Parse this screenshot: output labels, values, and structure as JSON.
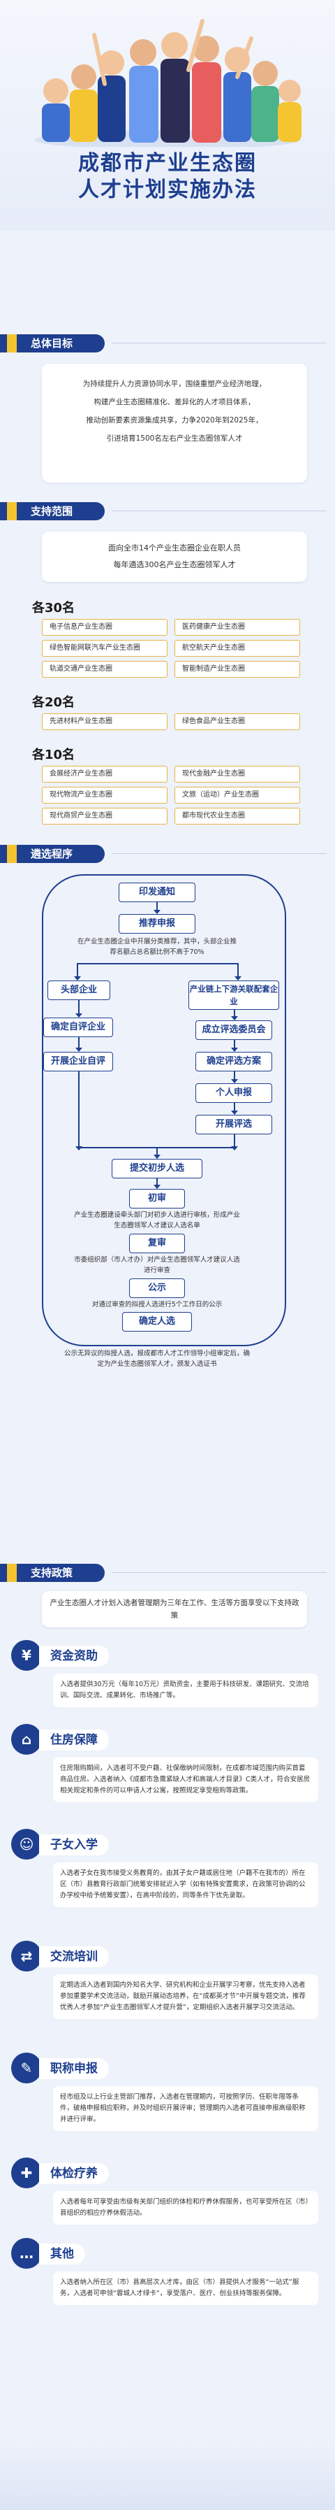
{
  "title_lines": [
    "成都市产业生态圈",
    "人才计划实施办法"
  ],
  "sections": {
    "goal": "总体目标",
    "scope": "支持范围",
    "process": "遴选程序",
    "policy": "支持政策"
  },
  "goal": {
    "lines": [
      "为持续提升人力资源协同水平，围绕重塑产业经济地理，",
      "构建产业生态圈精准化、差异化的人才项目体系，",
      "推动创新要素资源集成共享，力争2020年到2025年，",
      "引进培育1500名左右产业生态圈领军人才"
    ]
  },
  "scope": {
    "line1": "面向全市14个产业生态圈企业在职人员",
    "line2": "每年遴选300名产业生态圈领军人才"
  },
  "groups": [
    {
      "label": "各30名",
      "items": [
        "电子信息产业生态圈",
        "医药健康产业生态圈",
        "绿色智能网联汽车产业生态圈",
        "航空航天产业生态圈",
        "轨道交通产业生态圈",
        "智能制造产业生态圈"
      ]
    },
    {
      "label": "各20名",
      "items": [
        "先进材料产业生态圈",
        "绿色食品产业生态圈"
      ]
    },
    {
      "label": "各10名",
      "items": [
        "会展经济产业生态圈",
        "现代金融产业生态圈",
        "现代物流产业生态圈",
        "文旅（运动）产业生态圈",
        "现代商贸产业生态圈",
        "都市现代农业生态圈"
      ]
    }
  ],
  "flow": {
    "notice": "印发通知",
    "recommend": "推荐申报",
    "recommend_desc": "在产业生态圈企业中开展分类推荐，其中，头部企业推荐名额占总名额比例不高于70%",
    "head": "头部企业",
    "chain": "产业链上下游关联配套企业",
    "head_steps": [
      "确定自评企业",
      "开展企业自评"
    ],
    "chain_steps": [
      "成立评选委员会",
      "确定评选方案",
      "个人申报",
      "开展评选"
    ],
    "submit": "提交初步人选",
    "prelim": "初审",
    "prelim_desc": "产业生态圈建设牵头部门对初步人选进行审核，形成产业生态圈领军人才建议人选名单",
    "review": "复审",
    "review_desc": "市委组织部（市人才办）对产业生态圈领军人才建议人选进行审查",
    "publicity": "公示",
    "publicity_desc": "对通过审查的拟授人选进行5个工作日的公示",
    "confirm": "确定人选",
    "confirm_desc": "公示无异议的拟授人选，报成都市人才工作领导小组审定后，确定为产业生态圈领军人才，颁发入选证书"
  },
  "policy_intro": "产业生态圈人才计划入选者管理期为三年在工作、生活等方面享受以下支持政策",
  "policies": [
    {
      "icon": "¥",
      "icon_name": "money-icon",
      "title": "资金资助",
      "text": "入选者提供30万元（每年10万元）资助资金，主要用于科技研发、课题研究、交流培训、国际交流、成果转化、市场推广等。"
    },
    {
      "icon": "⌂",
      "icon_name": "house-icon",
      "title": "住房保障",
      "text": "住房限购期间，入选者可不受户籍、社保缴纳时间限制，在成都市域范围内购买首套商品住房。入选者纳入《成都市急需紧缺人才和高端人才目录》C类人才，符合安居房相关规定和条件的可以申请人才公寓，按照规定享受租购等政策。"
    },
    {
      "icon": "☺",
      "icon_name": "child-icon",
      "title": "子女入学",
      "text": "入选者子女在我市接受义务教育的，由其子女户籍或居住地（户籍不在我市的）所在区（市）县教育行政部门统筹安排就近入学（如有特殊安置需求，在政策可协调的公办学校中给予统筹安置），在高中阶段的，同等条件下优先录取。"
    },
    {
      "icon": "⇄",
      "icon_name": "exchange-icon",
      "title": "交流培训",
      "text": "定期选派入选者到国内外知名大学、研究机构和企业开展学习考察，优先支持入选者参加重要学术交流活动，鼓励开展动态培养，在“成都英才节”中开展专题交流，推荐优秀人才参加“产业生态圈领军人才提升营”，定期组织入选者开展学习交流活动。"
    },
    {
      "icon": "✎",
      "icon_name": "certificate-icon",
      "title": "职称申报",
      "text": "经市组及以上行业主管部门推荐，入选者在管理期内，可按照学历、任职年限等条件，破格申报相应职称，并及时组织开展评审；管理期内入选者可直接申报高级职称并进行评审。"
    },
    {
      "icon": "✚",
      "icon_name": "health-icon",
      "title": "体检疗养",
      "text": "入选者每年可享受由市级有关部门组织的体检和疗养休假服务，也可享受所在区（市）县组织的相应疗养休假活动。"
    },
    {
      "icon": "…",
      "icon_name": "more-icon",
      "title": "其他",
      "text": "入选者纳入所在区（市）县高层次人才库，由区（市）县提供人才服务“一站式”服务，入选者可申领“蓉城人才绿卡”，享受落户、医疗、创业扶持等服务保障。"
    }
  ],
  "colors": {
    "primary": "#1e3f8f",
    "accent": "#f5c431",
    "highlight": "#e88b1b",
    "bg": "#eef2fa"
  }
}
